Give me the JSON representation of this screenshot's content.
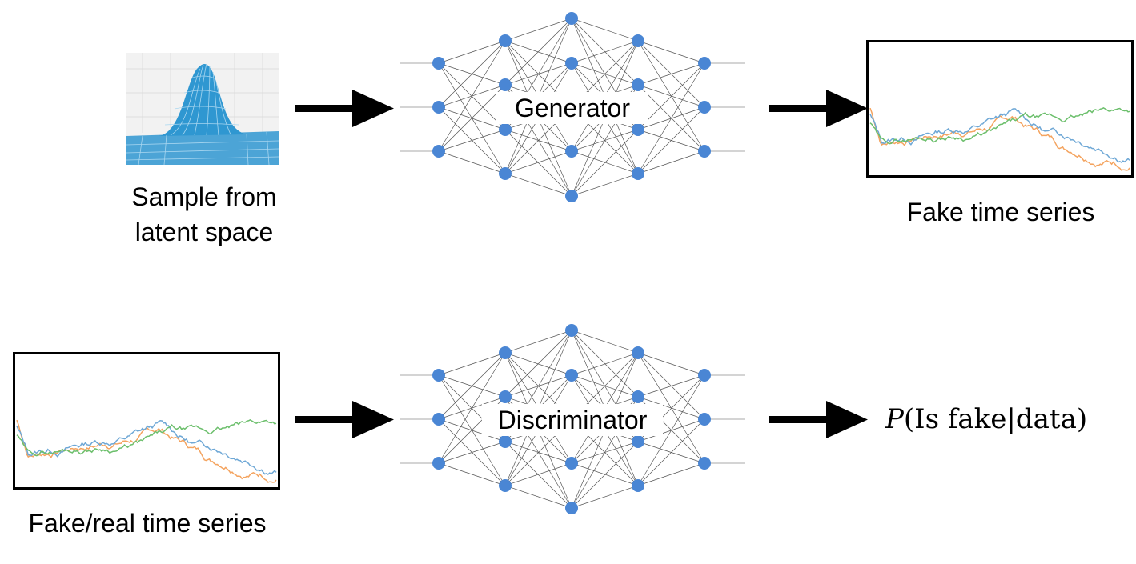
{
  "latent_caption": [
    "Sample from",
    "latent space"
  ],
  "generator_label": "Generator",
  "discriminator_label": "Discriminator",
  "fake_caption": "Fake time series",
  "fake_real_caption": "Fake/real time series",
  "output_text": {
    "symbol": "P",
    "open": "(",
    "body": "Is fake|data",
    "close": ")"
  },
  "colors": {
    "node": "#4A86D4",
    "series_blue": "#6fa8d6",
    "series_orange": "#f4a460",
    "series_green": "#6cbf6c",
    "surface": "#2f97d1",
    "arrow": "#000000"
  }
}
